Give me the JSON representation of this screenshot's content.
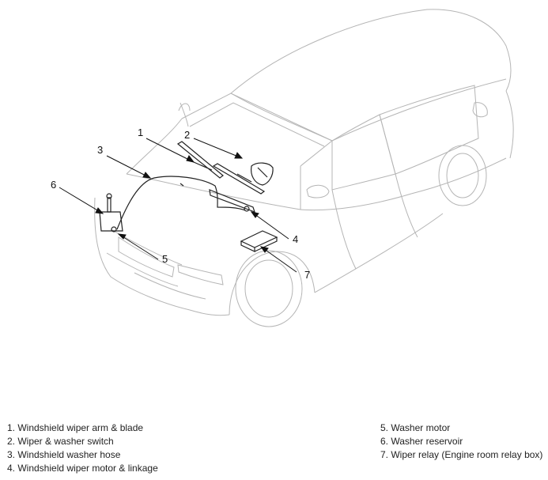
{
  "callouts": [
    {
      "num": "1"
    },
    {
      "num": "2"
    },
    {
      "num": "3"
    },
    {
      "num": "4"
    },
    {
      "num": "5"
    },
    {
      "num": "6"
    },
    {
      "num": "7"
    }
  ],
  "legend": {
    "left": [
      "1. Windshield wiper arm & blade",
      "2. Wiper & washer switch",
      "3. Windshield washer hose",
      "4. Windshield wiper motor & linkage"
    ],
    "right": [
      "5. Washer motor",
      "6. Washer reservoir",
      "7. Wiper relay (Engine room relay box)"
    ]
  }
}
